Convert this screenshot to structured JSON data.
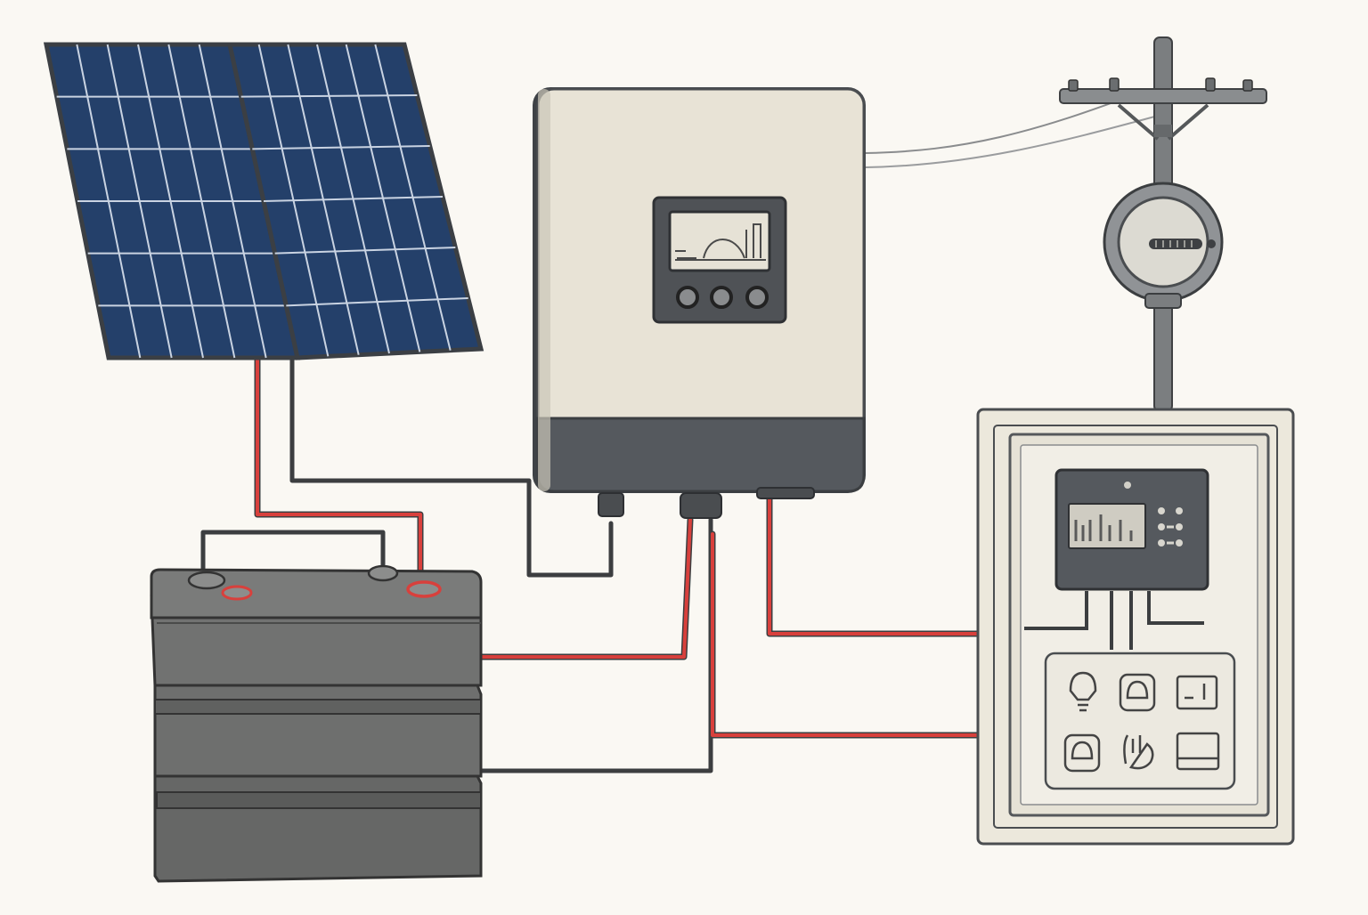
{
  "colors": {
    "background": "#faf8f3",
    "panel_cell": "#24406a",
    "panel_frame": "#3b3f44",
    "inverter_body": "#e8e3d6",
    "inverter_base": "#55595e",
    "battery": "#6c6d6c",
    "wire_positive": "#d8403c",
    "wire_negative": "#3c3e40",
    "distribution_box": "#ece8dc",
    "pole": "#777a7c"
  },
  "components": {
    "solar_panels": {
      "icon": "solar-panel-icon",
      "count": 2,
      "grid": [
        6,
        6
      ]
    },
    "inverter": {
      "icon": "inverter-icon",
      "display": "power-curve-graph",
      "buttons": 3
    },
    "battery_bank": {
      "icon": "battery-icon",
      "modules": 3
    },
    "utility_pole": {
      "icon": "utility-pole-icon"
    },
    "electric_meter": {
      "icon": "electric-meter-icon"
    },
    "distribution_box": {
      "icon": "distribution-box-icon",
      "load_icons": [
        "light-bulb-icon",
        "outlet-icon",
        "appliance-icon",
        "outlet-icon",
        "hand-icon",
        "screen-icon"
      ]
    }
  },
  "wires": [
    {
      "from": "solar_panels",
      "to": "battery_bank",
      "polarity": "positive"
    },
    {
      "from": "solar_panels",
      "to": "inverter",
      "polarity": "negative"
    },
    {
      "from": "battery_bank",
      "to": "inverter",
      "polarity": "positive"
    },
    {
      "from": "battery_bank",
      "to": "inverter",
      "polarity": "negative"
    },
    {
      "from": "inverter",
      "to": "distribution_box",
      "polarity": "positive"
    },
    {
      "from": "inverter",
      "to": "distribution_box",
      "polarity": "positive"
    },
    {
      "from": "inverter",
      "to": "utility_pole",
      "polarity": "service"
    }
  ]
}
